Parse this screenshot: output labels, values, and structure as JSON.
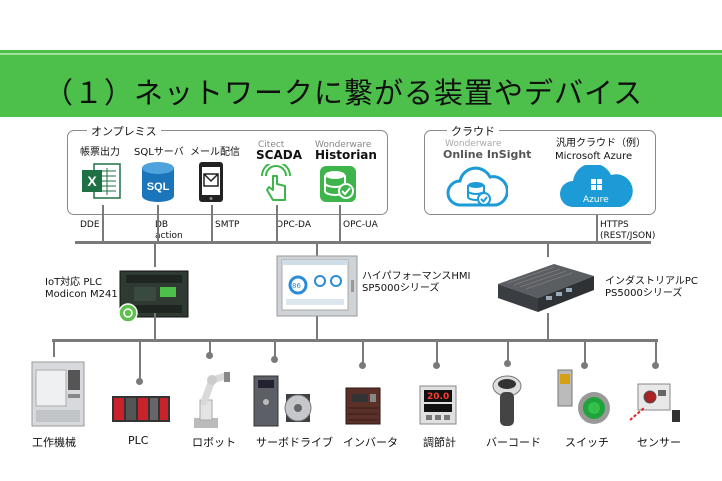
{
  "title": "（１）ネットワークに繋がる装置やデバイス",
  "onpremise": {
    "title": "オンプレミス",
    "items": [
      {
        "label": "帳票出力",
        "icon": "excel-icon"
      },
      {
        "label": "SQLサーバ",
        "icon": "sql-server-icon"
      },
      {
        "label": "メール配信",
        "icon": "mail-phone-icon"
      },
      {
        "label_top": "Citect",
        "label": "SCADA",
        "icon": "scada-touch-icon"
      },
      {
        "label_top": "Wonderware",
        "label": "Historian",
        "icon": "historian-icon"
      }
    ],
    "protocols": [
      "DDE",
      "DB\naction",
      "SMTP",
      "OPC-DA",
      "OPC-UA"
    ]
  },
  "cloud": {
    "title": "クラウド",
    "items": [
      {
        "label_top": "Wonderware",
        "label": "Online InSight",
        "icon": "online-insight-icon"
      },
      {
        "label_top": "汎用クラウド（例）",
        "label": "Microsoft Azure",
        "icon": "azure-cloud-icon",
        "badge": "Azure"
      }
    ],
    "protocol": "HTTPS\n(REST/JSON)"
  },
  "middle": {
    "plc": "IoT対応 PLC\nModicon M241",
    "hmi": "ハイパフォーマンスHMI\nSP5000シリーズ",
    "hmi_screen": "86",
    "pc": "インダストリアルPC\nPS5000シリーズ"
  },
  "devices": [
    {
      "label": "工作機械",
      "icon": "machine-tool-icon"
    },
    {
      "label": "PLC",
      "icon": "plc-icon"
    },
    {
      "label": "ロボット",
      "icon": "robot-icon"
    },
    {
      "label": "サーボドライブ",
      "icon": "servo-drive-icon"
    },
    {
      "label": "インバータ",
      "icon": "inverter-icon"
    },
    {
      "label": "調節計",
      "icon": "controller-icon",
      "display": "20.0"
    },
    {
      "label": "バーコード",
      "icon": "barcode-scanner-icon"
    },
    {
      "label": "スイッチ",
      "icon": "switch-icon"
    },
    {
      "label": "センサー",
      "icon": "sensor-icon"
    }
  ],
  "colors": {
    "banner": "#4cc04a",
    "line": "#7a7a7a",
    "excel": "#1e7145",
    "sql": "#1b75bb",
    "scada": "#3db54a",
    "cloud": "#1d9bd7"
  }
}
